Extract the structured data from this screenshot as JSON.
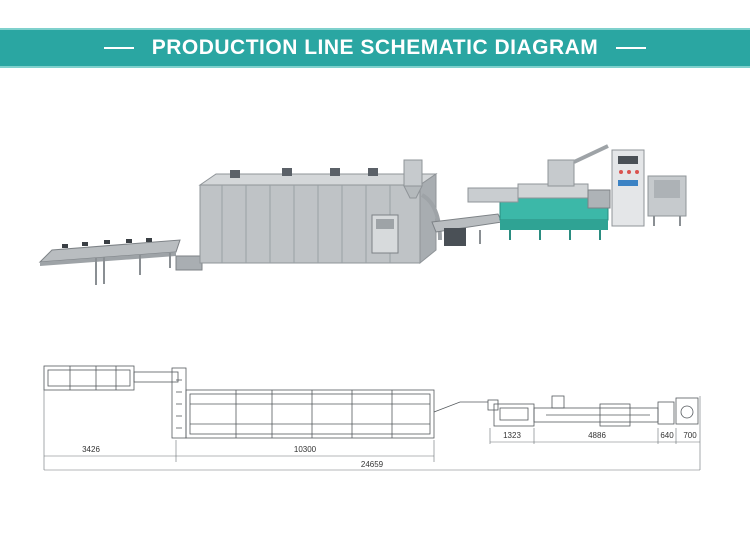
{
  "banner": {
    "title": "PRODUCTION LINE SCHEMATIC DIAGRAM",
    "background": "#2aa6a2",
    "text_color": "#ffffff"
  },
  "machine_colors": {
    "steel": "#bfc3c6",
    "steel_dark": "#8f9498",
    "teal_frame": "#3cb8a8"
  },
  "dimensions": {
    "conveyor": "3426",
    "dryer": "10300",
    "feeder": "1323",
    "extruder": "4886",
    "mixer": "640",
    "control": "700",
    "total": "24659"
  }
}
